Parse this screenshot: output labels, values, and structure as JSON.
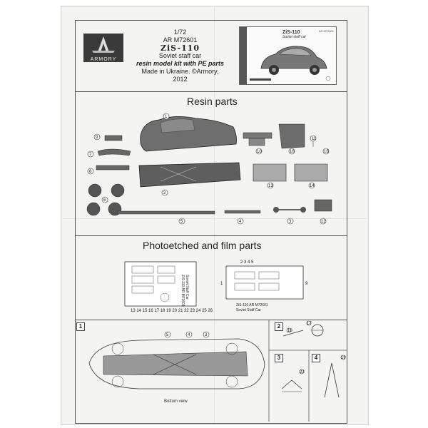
{
  "header": {
    "scale": "1/72",
    "catalog": "AR M72601",
    "model": "ZiS-110",
    "subtitle": "Soviet staff car",
    "kit_type": "resin model kit with PE parts",
    "made_in": "Made in Ukraine. ©Armory, 2012",
    "brand": "ARMORY"
  },
  "boxart": {
    "title": "ZiS-110",
    "subtitle": "Soviet staff car",
    "code": "AR M72601"
  },
  "sections": {
    "resin_title": "Resin parts",
    "photo_title": "Photoetched and film parts",
    "bottom_view": "Bottom view"
  },
  "pe_fret": {
    "line1": "ZiS-110 AR M72601",
    "line2": "Soviet Staff Car"
  },
  "film": {
    "line1": "ZiS-110 AR M72601",
    "line2": "Soviet Staff Car"
  },
  "steps": [
    "1",
    "2",
    "3",
    "4"
  ],
  "resin_part_numbers": [
    "1",
    "2",
    "3",
    "4",
    "5",
    "6",
    "7",
    "8",
    "9",
    "10",
    "11",
    "12",
    "13",
    "14",
    "15",
    "16"
  ],
  "pe_numbers_bottom": [
    "13",
    "14",
    "15",
    "16",
    "17",
    "18",
    "19",
    "20",
    "21",
    "22",
    "23",
    "24",
    "25",
    "26"
  ]
}
